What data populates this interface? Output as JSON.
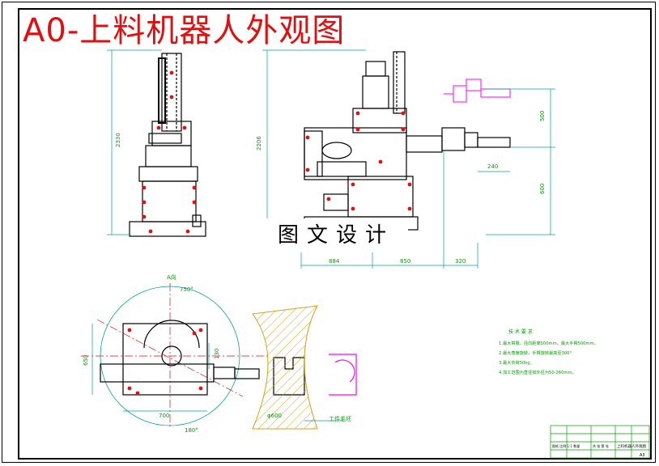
{
  "title": "A0-上料机器人外观图",
  "watermark": "图文设计",
  "dimensions": {
    "height_left": "2330",
    "height_middle": "2206",
    "right_top": "500",
    "right_bottom": "600",
    "arm_offset": "240",
    "bottom_left": "884",
    "bottom_middle": "850",
    "bottom_right": "320",
    "plan_label": "A向",
    "plan_top": "750°",
    "plan_left": "650",
    "plan_inner": "130",
    "plan_bottom": "700",
    "plan_angle": "180°",
    "workpiece_dia": "φ600",
    "workpiece_label": "工件毛坯"
  },
  "tech_requirements": {
    "heading": "技 术 要 求",
    "items": [
      "1.最大臂展，径向距离500mm，最大手臂500mm。",
      "2.最大角度旋转，手臂旋转最高至300°",
      "3.最大负荷50kg。",
      "4.加工范围为直径如外径为50-260mm。"
    ]
  },
  "title_block": {
    "sheet": "A3",
    "drawing_name": "上料机器人外观图",
    "info_1": "图纸 比例 1:1 数量",
    "info_2": "共 张 第 张"
  },
  "colors": {
    "title_red": "#e01010",
    "dimension_green": "#00a000",
    "gripper_magenta": "#ff00ff",
    "workpiece_yellow": "#d4a017",
    "body_black": "#000000",
    "centerline_red": "#e01010",
    "dimension_cyan": "#00a0a0"
  }
}
